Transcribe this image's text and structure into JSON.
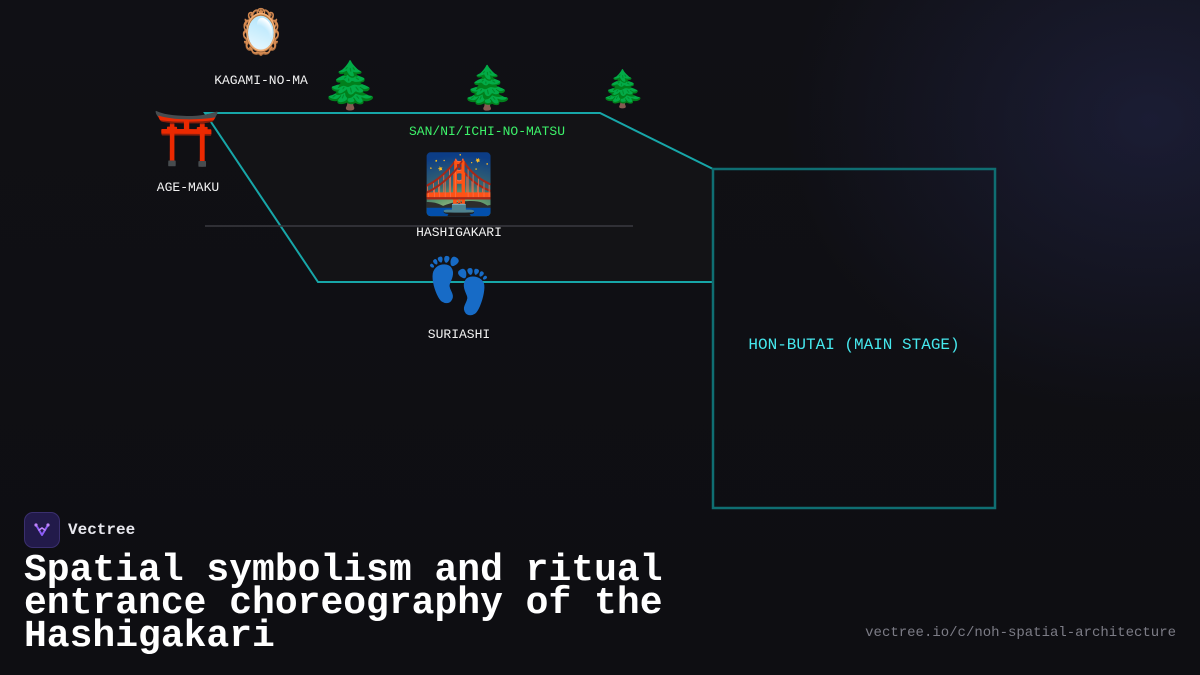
{
  "labels": {
    "kagami": "KAGAMI-NO-MA",
    "age_maku": "AGE-MAKU",
    "matsu": "SAN/NI/ICHI-NO-MATSU",
    "hashigakari": "HASHIGAKARI",
    "suriashi": "SURIASHI",
    "hon_butai": "HON-BUTAI (MAIN STAGE)"
  },
  "icons": {
    "mirror": "🪞",
    "torii": "⛩️",
    "pine": "🌲",
    "bridge": "🌉",
    "footprints": "👣"
  },
  "colors": {
    "stage_outline": "#17a6a8",
    "main_stage_outline": "#0f6e72",
    "matsu_label": "#3df26a",
    "main_stage_label": "#46e8ee",
    "brand_accent": "#8b5cf6"
  },
  "footer": {
    "brand": "Vectree",
    "title": "Spatial symbolism and ritual entrance choreography of the Hashigakari",
    "url": "vectree.io/c/noh-spatial-architecture"
  }
}
